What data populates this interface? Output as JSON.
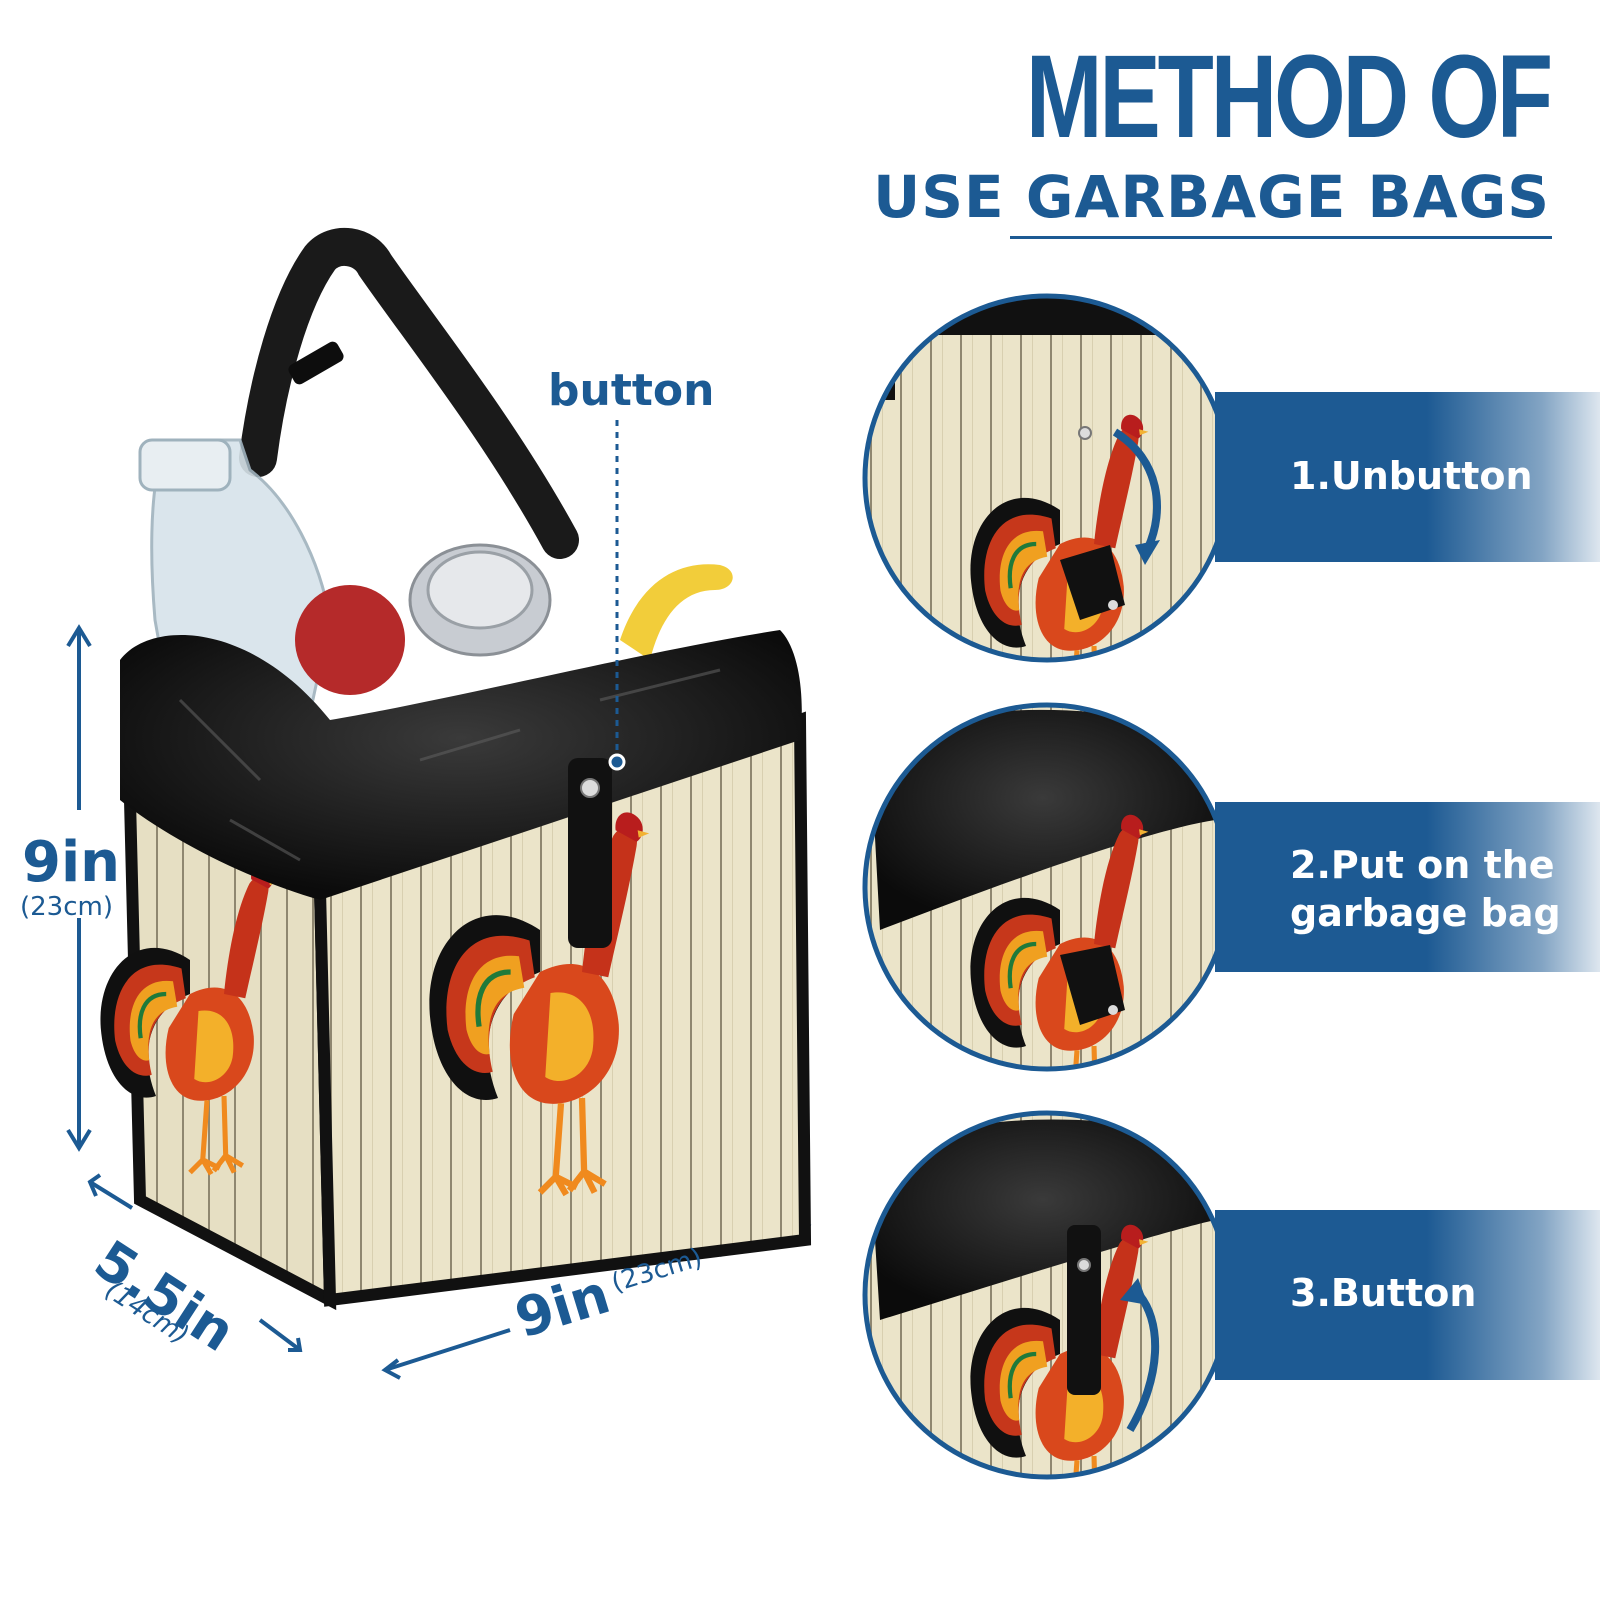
{
  "header": {
    "title": "METHOD OF",
    "subtitle": "USE GARBAGE BAGS"
  },
  "callout": {
    "button_label": "button"
  },
  "dimensions": {
    "height": {
      "value": "9in",
      "metric": "(23cm)"
    },
    "depth": {
      "value": "5.5in",
      "metric": "(14cm)"
    },
    "width": {
      "value": "9in",
      "metric": "(23cm)"
    }
  },
  "steps": [
    {
      "label": "1.Unbutton"
    },
    {
      "label": "2.Put on the\ngarbage bag"
    },
    {
      "label": "3.Button"
    }
  ],
  "colors": {
    "brand_blue": "#1c5a93",
    "wood": "#e9e2c8",
    "bag_black": "#111111",
    "strap_black": "#1a1a1a"
  }
}
